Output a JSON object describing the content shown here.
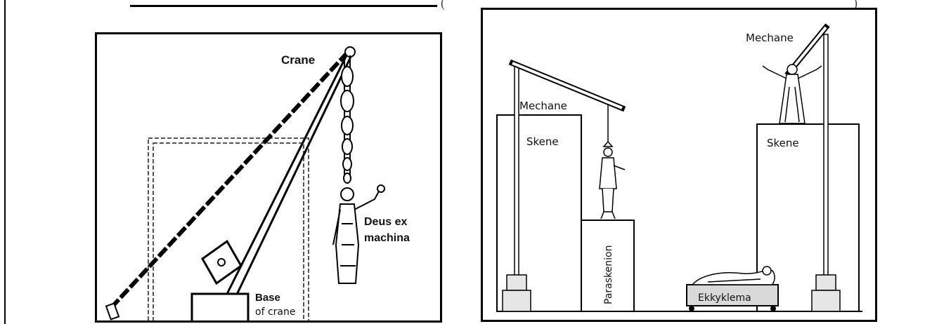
{
  "header": {
    "paren_open": "(",
    "paren_close": ")"
  },
  "left_diagram": {
    "label_crane": "Crane",
    "label_deus_line1": "Deus ex",
    "label_deus_line2": "machina",
    "label_base_line1": "Base",
    "label_base_line2": "of crane"
  },
  "right_diagram": {
    "label_mechane_left": "Mechane",
    "label_mechane_right": "Mechane",
    "label_skene_left": "Skene",
    "label_skene_right": "Skene",
    "label_paraskenion": "Paraskenion",
    "label_ekkyklema": "Ekkyklema"
  }
}
